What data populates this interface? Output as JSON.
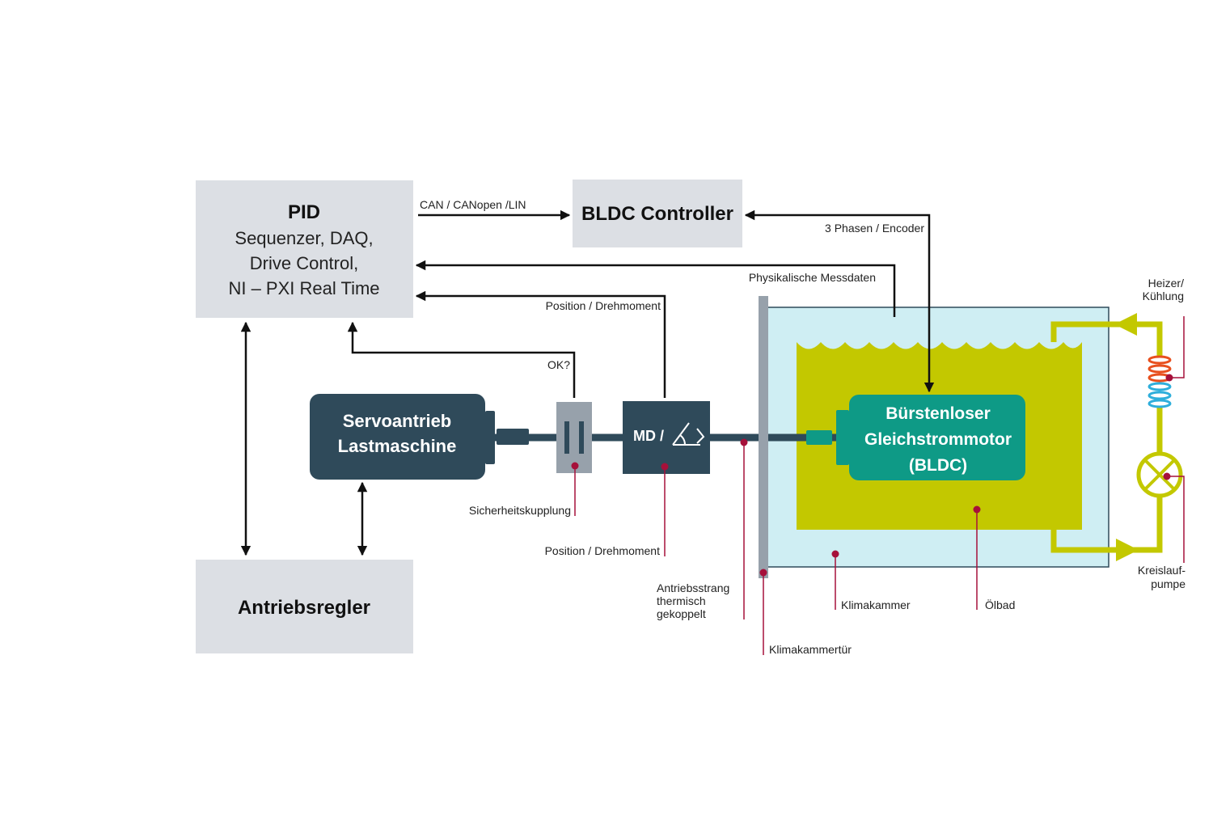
{
  "boxes": {
    "pid": {
      "title": "PID",
      "lines": [
        "Sequenzer, DAQ,",
        "Drive Control,",
        "NI – PXI Real Time"
      ]
    },
    "bldc_controller": "BLDC Controller",
    "antriebsregler": "Antriebsregler",
    "servo": [
      "Servoantrieb",
      "Lastmaschine"
    ],
    "md": "MD /",
    "motor": [
      "Bürstenloser",
      "Gleichstrommotor",
      "(BLDC)"
    ]
  },
  "signals": {
    "can": "CAN / CANopen /LIN",
    "phasen": "3 Phasen / Encoder",
    "mess": "Physikalische Messdaten",
    "pos_top": "Position / Drehmoment",
    "ok": "OK?"
  },
  "callouts": {
    "kupplung": "Sicherheitskupplung",
    "pos_bottom": "Position / Drehmoment",
    "antriebsstrang": [
      "Antriebsstrang",
      "thermisch",
      "gekoppelt"
    ],
    "tuer": "Klimakammertür",
    "klimakammer": "Klimakammer",
    "oelbad": "Ölbad",
    "heizer": [
      "Heizer/",
      "Kühlung"
    ],
    "pumpe": [
      "Kreislauf-",
      "pumpe"
    ]
  },
  "colors": {
    "box_grey": "#dcdfe4",
    "dark_slate": "#2f4a5a",
    "teal": "#0e9a86",
    "oil": "#c3c800",
    "chamber": "#cfeef3",
    "marker": "#a6103a",
    "door": "#97a1ab"
  }
}
